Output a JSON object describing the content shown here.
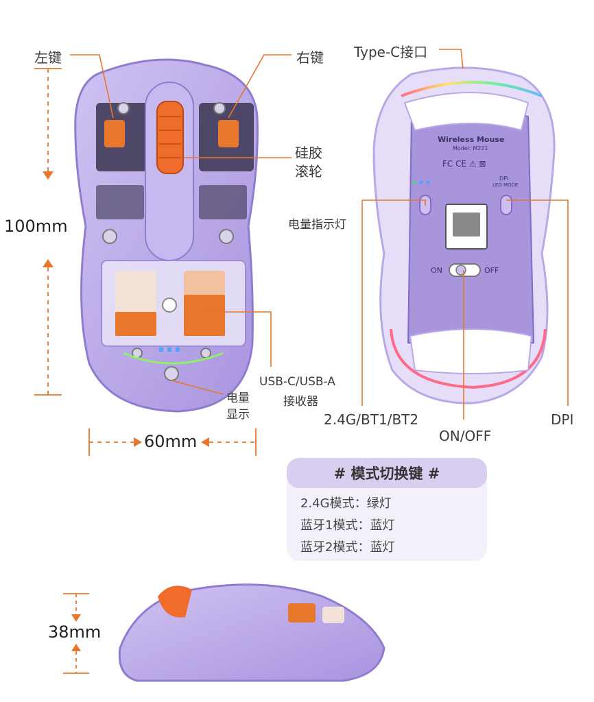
{
  "labels": {
    "left_key": "左键",
    "right_key": "右键",
    "scroll_wheel_1": "硅胶",
    "scroll_wheel_2": "滚轮",
    "typec_port": "Type-C接口",
    "battery_indicator": "电量指示灯",
    "usb_receiver_1": "USB-C/USB-A",
    "usb_receiver_2": "接收器",
    "battery_display_1": "电量",
    "battery_display_2": "显示",
    "mode_switch": "2.4G/BT1/BT2",
    "on_off": "ON/OFF",
    "dpi": "DPI"
  },
  "dimensions": {
    "length": "100mm",
    "width": "60mm",
    "height": "38mm"
  },
  "mode_box": {
    "title": "# 模式切换键 #",
    "lines": [
      "2.4G模式：绿灯",
      "蓝牙1模式：蓝灯",
      "蓝牙2模式：蓝灯"
    ]
  },
  "bottom_plate": {
    "brand": "Wireless Mouse",
    "model": "Model: M221",
    "certs": "FC CE ⚠ ⊠",
    "switch_on": "ON",
    "switch_off": "OFF",
    "dpi_small": "DPI",
    "led_mode": "LED MODE"
  },
  "colors": {
    "accent": "#e8762b",
    "mouse_body": "#b9a8e6",
    "mouse_dark": "#8f7cd1"
  }
}
